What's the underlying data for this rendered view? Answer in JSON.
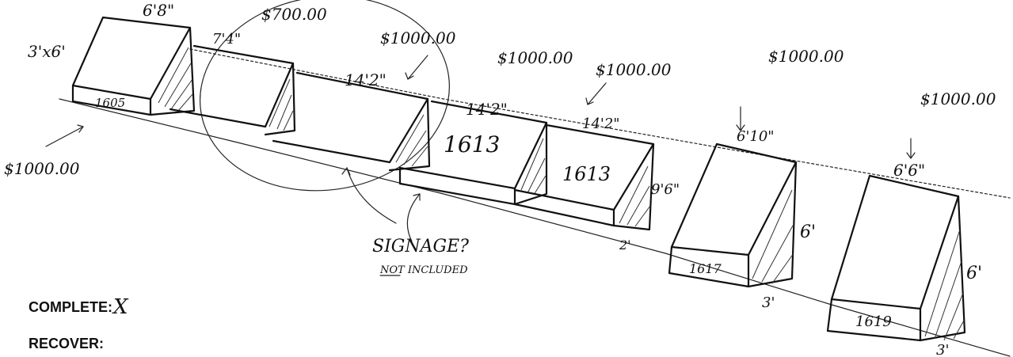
{
  "labels": {
    "dim_3x6": "3'x6'",
    "dim_6_8": "6'8\"",
    "price_top_700": "$700.00",
    "dim_7_4": "7'4\"",
    "price_1000_a": "$1000.00",
    "dim_14_2_a": "14'2\"",
    "price_1000_b": "$1000.00",
    "dim_14_2_b": "14'2\"",
    "price_1000_c": "$1000.00",
    "dim_14_2_c": "14'2\"",
    "price_1000_d": "$1000.00",
    "dim_6_10": "6'10\"",
    "price_1000_e": "$1000.00",
    "dim_6_6": "6'6\"",
    "sign_1605": "1605",
    "sign_1613_a": "1613",
    "sign_1613_b": "1613",
    "dim_9_6": "9'6\"",
    "dim_2": "2'",
    "sign_1617": "1617",
    "dim_6_a": "6'",
    "dim_3_a": "3'",
    "sign_1619": "1619",
    "dim_6_b": "6'",
    "dim_3_b": "3'",
    "price_left": "$1000.00",
    "signage": "SIGNAGE?",
    "not_included": "NOT INCLUDED"
  },
  "form": {
    "complete_label": "COMPLETE:",
    "complete_mark": "X",
    "recover_label": "RECOVER:"
  },
  "colors": {
    "ink": "#111111",
    "paper": "#ffffff"
  }
}
